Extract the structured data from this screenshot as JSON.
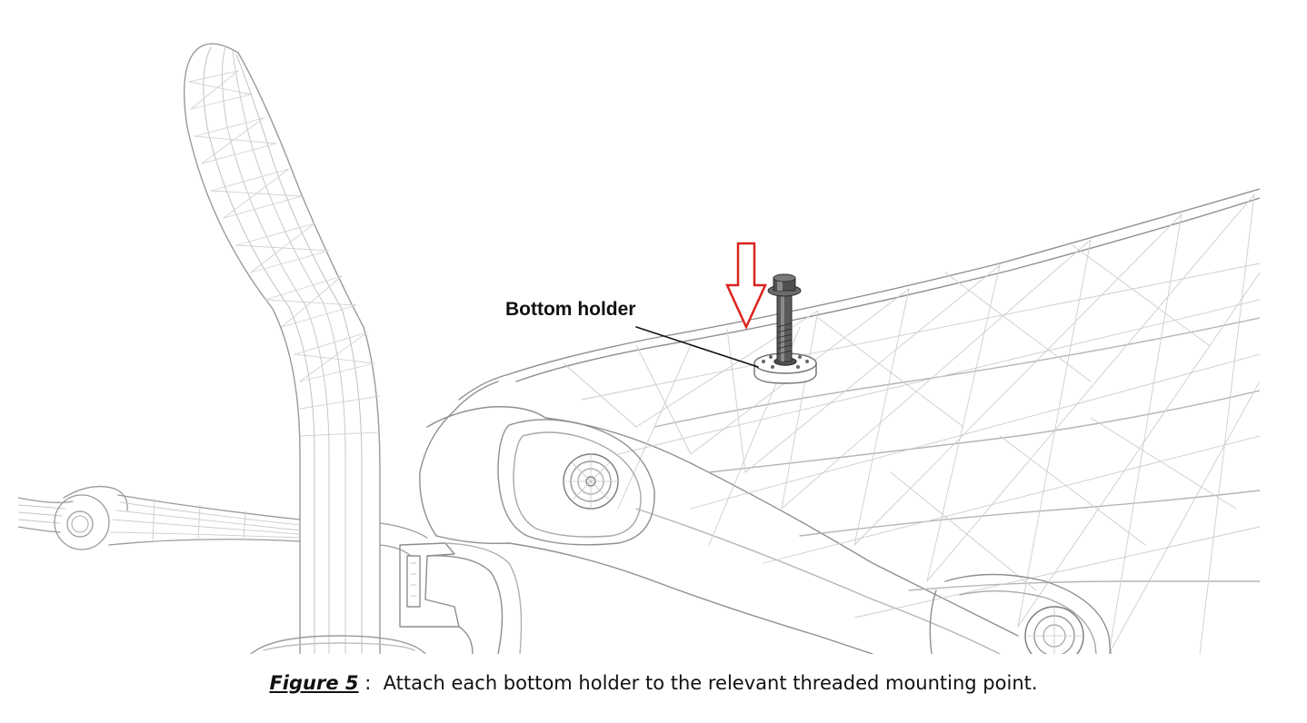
{
  "callout": {
    "label": "Bottom holder"
  },
  "caption": {
    "figure_label": "Figure 5",
    "separator": " :  ",
    "text": "Attach each bottom holder to the relevant threaded mounting point."
  },
  "icons": {
    "arrow": "down-arrow-icon",
    "bolt": "bolt-icon"
  },
  "colors": {
    "arrow": "#d9241c",
    "line_art": "#9a9a9a",
    "text": "#111111"
  }
}
